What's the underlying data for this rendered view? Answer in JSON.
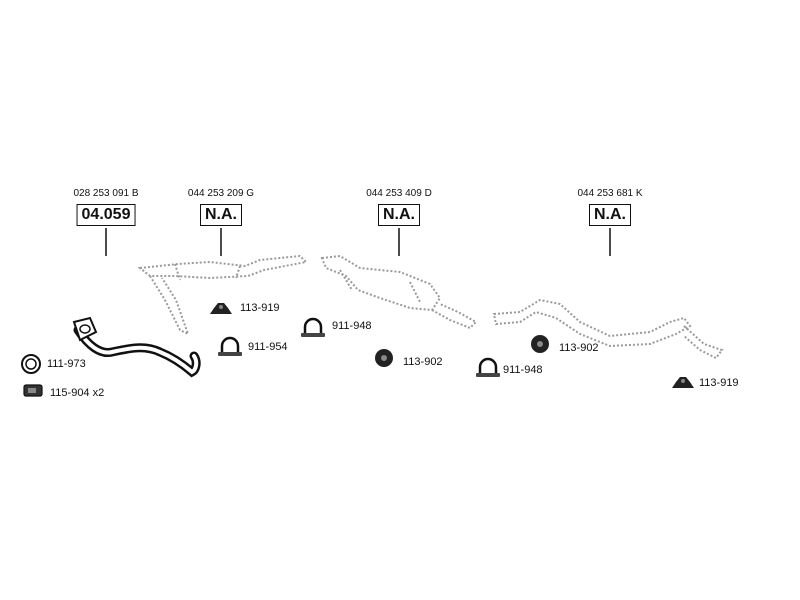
{
  "parts": [
    {
      "oe_number": "028 253 091 B",
      "part_number": "04.059"
    },
    {
      "oe_number": "044 253 209 G",
      "part_number": "N.A."
    },
    {
      "oe_number": "044 253 409 D",
      "part_number": "N.A."
    },
    {
      "oe_number": "044 253 681 K",
      "part_number": "N.A."
    }
  ],
  "accessories": [
    {
      "code": "111-973",
      "icon": "gasket-ring-icon"
    },
    {
      "code": "115-904 x2",
      "icon": "bracket-icon"
    },
    {
      "code": "113-919",
      "icon": "rubber-mount-icon"
    },
    {
      "code": "911-954",
      "icon": "u-clamp-icon"
    },
    {
      "code": "911-948",
      "icon": "u-clamp-icon"
    },
    {
      "code": "113-902",
      "icon": "rubber-ring-icon"
    },
    {
      "code": "911-948",
      "icon": "u-clamp-icon"
    },
    {
      "code": "113-902",
      "icon": "rubber-ring-icon"
    },
    {
      "code": "113-919",
      "icon": "rubber-mount-icon"
    }
  ],
  "colors": {
    "ink": "#111111",
    "dotted_outline": "#9a9a9a",
    "background": "#ffffff"
  }
}
